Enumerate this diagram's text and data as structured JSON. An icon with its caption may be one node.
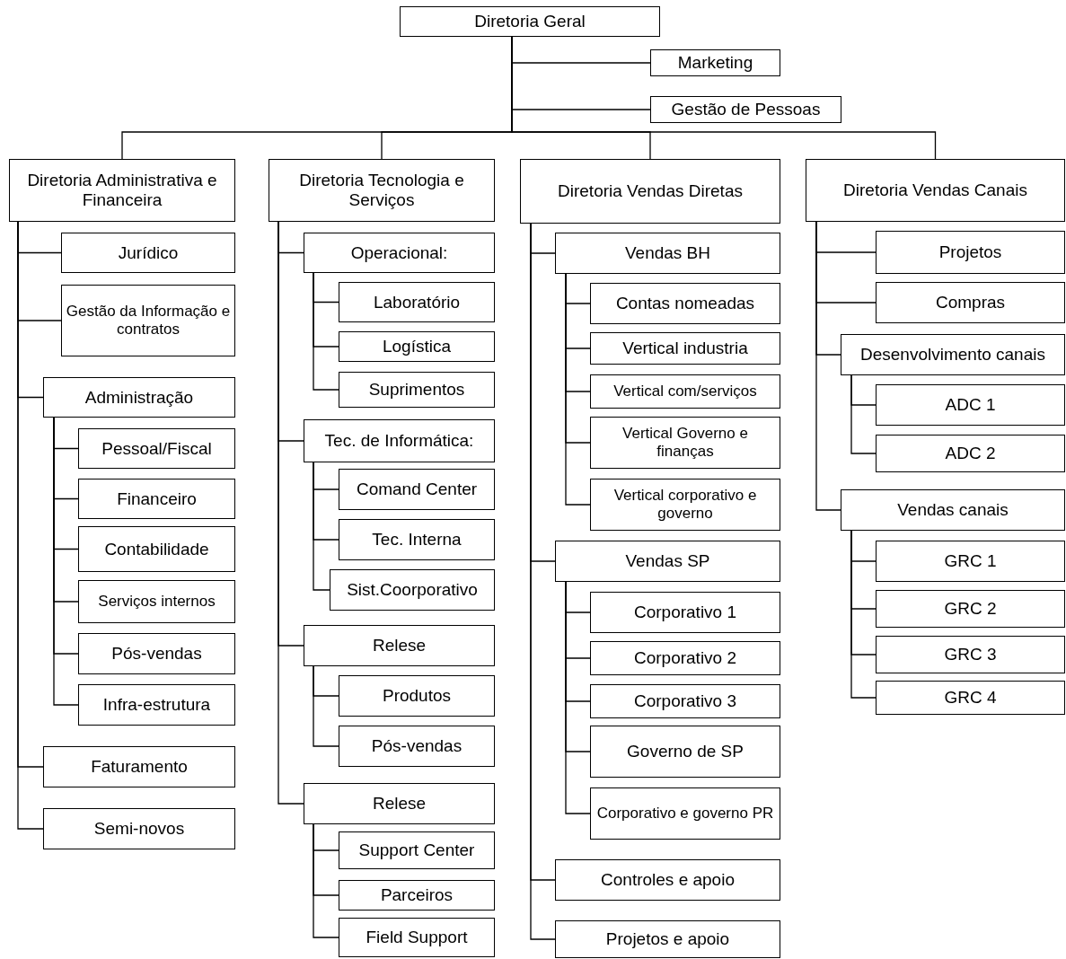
{
  "diagram": {
    "nodes": [
      {
        "text": [
          "Diretoria Geral"
        ]
      },
      {
        "text": [
          "Marketing"
        ]
      },
      {
        "text": [
          "Gestão de Pessoas"
        ]
      },
      {
        "text": [
          "Diretoria Administrativa e Financeira"
        ]
      },
      {
        "text": [
          "Jurídico"
        ]
      },
      {
        "text": [
          "Gestão da Informação e contratos"
        ]
      },
      {
        "text": [
          "Administração"
        ]
      },
      {
        "text": [
          "Pessoal/Fiscal"
        ]
      },
      {
        "text": [
          "Financeiro"
        ]
      },
      {
        "text": [
          "Contabilidade"
        ]
      },
      {
        "text": [
          "Serviços internos"
        ]
      },
      {
        "text": [
          "Pós-vendas"
        ]
      },
      {
        "text": [
          "Infra-estrutura"
        ]
      },
      {
        "text": [
          "Faturamento"
        ]
      },
      {
        "text": [
          "Semi-novos"
        ]
      },
      {
        "text": [
          "Diretoria Tecnologia e Serviços"
        ]
      },
      {
        "text": [
          "Operacional:"
        ]
      },
      {
        "text": [
          "Laboratório"
        ]
      },
      {
        "text": [
          "Logística"
        ]
      },
      {
        "text": [
          "Suprimentos"
        ]
      },
      {
        "text": [
          "Tec. de Informática:"
        ]
      },
      {
        "text": [
          "Comand Center"
        ]
      },
      {
        "text": [
          "Tec. Interna"
        ]
      },
      {
        "text": [
          "Sist.Coorporativo"
        ]
      },
      {
        "text": [
          "Relese"
        ]
      },
      {
        "text": [
          "Produtos"
        ]
      },
      {
        "text": [
          "Pós-vendas"
        ]
      },
      {
        "text": [
          "Relese"
        ]
      },
      {
        "text": [
          "Support Center"
        ]
      },
      {
        "text": [
          "Parceiros"
        ]
      },
      {
        "text": [
          "Field Support"
        ]
      },
      {
        "text": [
          "Diretoria Vendas Diretas"
        ]
      },
      {
        "text": [
          "Vendas BH"
        ]
      },
      {
        "text": [
          "Contas nomeadas"
        ]
      },
      {
        "text": [
          "Vertical industria"
        ]
      },
      {
        "text": [
          "Vertical com/serviços"
        ]
      },
      {
        "text": [
          "Vertical Governo e finanças"
        ]
      },
      {
        "text": [
          "Vertical corporativo e governo"
        ]
      },
      {
        "text": [
          "Vendas SP"
        ]
      },
      {
        "text": [
          "Corporativo 1"
        ]
      },
      {
        "text": [
          "Corporativo 2"
        ]
      },
      {
        "text": [
          "Corporativo 3"
        ]
      },
      {
        "text": [
          "Governo de SP"
        ]
      },
      {
        "text": [
          "Corporativo e governo PR"
        ]
      },
      {
        "text": [
          "Controles e apoio"
        ]
      },
      {
        "text": [
          "Projetos e apoio"
        ]
      },
      {
        "text": [
          "Diretoria Vendas Canais"
        ]
      },
      {
        "text": [
          "Projetos"
        ]
      },
      {
        "text": [
          "Compras"
        ]
      },
      {
        "text": [
          "Desenvolvimento canais"
        ]
      },
      {
        "text": [
          "ADC 1"
        ]
      },
      {
        "text": [
          "ADC 2"
        ]
      },
      {
        "text": [
          "Vendas canais"
        ]
      },
      {
        "text": [
          "GRC 1"
        ]
      },
      {
        "text": [
          "GRC 2"
        ]
      },
      {
        "text": [
          "GRC 3"
        ]
      },
      {
        "text": [
          "GRC 4"
        ]
      }
    ],
    "edges": [
      {
        "from": 0,
        "to": 1,
        "arrow": "none"
      },
      {
        "from": 0,
        "to": 2,
        "arrow": "none"
      },
      {
        "from": 0,
        "to": 3,
        "arrow": "none"
      },
      {
        "from": 3,
        "to": 4,
        "arrow": "none"
      },
      {
        "from": 3,
        "to": 5,
        "arrow": "none"
      },
      {
        "from": 3,
        "to": 6,
        "arrow": "none"
      },
      {
        "from": 6,
        "to": 7,
        "arrow": "none"
      },
      {
        "from": 6,
        "to": 8,
        "arrow": "none"
      },
      {
        "from": 6,
        "to": 9,
        "arrow": "none"
      },
      {
        "from": 6,
        "to": 10,
        "arrow": "none"
      },
      {
        "from": 6,
        "to": 11,
        "arrow": "none"
      },
      {
        "from": 6,
        "to": 12,
        "arrow": "none"
      },
      {
        "from": 3,
        "to": 13,
        "arrow": "none"
      },
      {
        "from": 3,
        "to": 14,
        "arrow": "none"
      },
      {
        "from": 0,
        "to": 15,
        "arrow": "none"
      },
      {
        "from": 15,
        "to": 16,
        "arrow": "none"
      },
      {
        "from": 16,
        "to": 17,
        "arrow": "none"
      },
      {
        "from": 16,
        "to": 18,
        "arrow": "none"
      },
      {
        "from": 16,
        "to": 19,
        "arrow": "none"
      },
      {
        "from": 15,
        "to": 20,
        "arrow": "none"
      },
      {
        "from": 20,
        "to": 21,
        "arrow": "none"
      },
      {
        "from": 20,
        "to": 22,
        "arrow": "none"
      },
      {
        "from": 20,
        "to": 23,
        "arrow": "none"
      },
      {
        "from": 15,
        "to": 24,
        "arrow": "none"
      },
      {
        "from": 24,
        "to": 25,
        "arrow": "none"
      },
      {
        "from": 24,
        "to": 26,
        "arrow": "none"
      },
      {
        "from": 15,
        "to": 27,
        "arrow": "none"
      },
      {
        "from": 27,
        "to": 28,
        "arrow": "none"
      },
      {
        "from": 27,
        "to": 29,
        "arrow": "none"
      },
      {
        "from": 27,
        "to": 30,
        "arrow": "none"
      },
      {
        "from": 0,
        "to": 31,
        "arrow": "none"
      },
      {
        "from": 31,
        "to": 32,
        "arrow": "none"
      },
      {
        "from": 32,
        "to": 33,
        "arrow": "none"
      },
      {
        "from": 32,
        "to": 34,
        "arrow": "none"
      },
      {
        "from": 32,
        "to": 35,
        "arrow": "none"
      },
      {
        "from": 32,
        "to": 36,
        "arrow": "none"
      },
      {
        "from": 32,
        "to": 37,
        "arrow": "none"
      },
      {
        "from": 31,
        "to": 38,
        "arrow": "none"
      },
      {
        "from": 38,
        "to": 39,
        "arrow": "none"
      },
      {
        "from": 38,
        "to": 40,
        "arrow": "none"
      },
      {
        "from": 38,
        "to": 41,
        "arrow": "none"
      },
      {
        "from": 38,
        "to": 42,
        "arrow": "none"
      },
      {
        "from": 38,
        "to": 43,
        "arrow": "none"
      },
      {
        "from": 31,
        "to": 44,
        "arrow": "none"
      },
      {
        "from": 31,
        "to": 45,
        "arrow": "none"
      },
      {
        "from": 0,
        "to": 46,
        "arrow": "none"
      },
      {
        "from": 46,
        "to": 47,
        "arrow": "none"
      },
      {
        "from": 46,
        "to": 48,
        "arrow": "none"
      },
      {
        "from": 46,
        "to": 49,
        "arrow": "none"
      },
      {
        "from": 49,
        "to": 50,
        "arrow": "none"
      },
      {
        "from": 49,
        "to": 51,
        "arrow": "none"
      },
      {
        "from": 46,
        "to": 52,
        "arrow": "none"
      },
      {
        "from": 52,
        "to": 53,
        "arrow": "none"
      },
      {
        "from": 52,
        "to": 54,
        "arrow": "none"
      },
      {
        "from": 52,
        "to": 55,
        "arrow": "none"
      },
      {
        "from": 52,
        "to": 56,
        "arrow": "none"
      }
    ]
  }
}
